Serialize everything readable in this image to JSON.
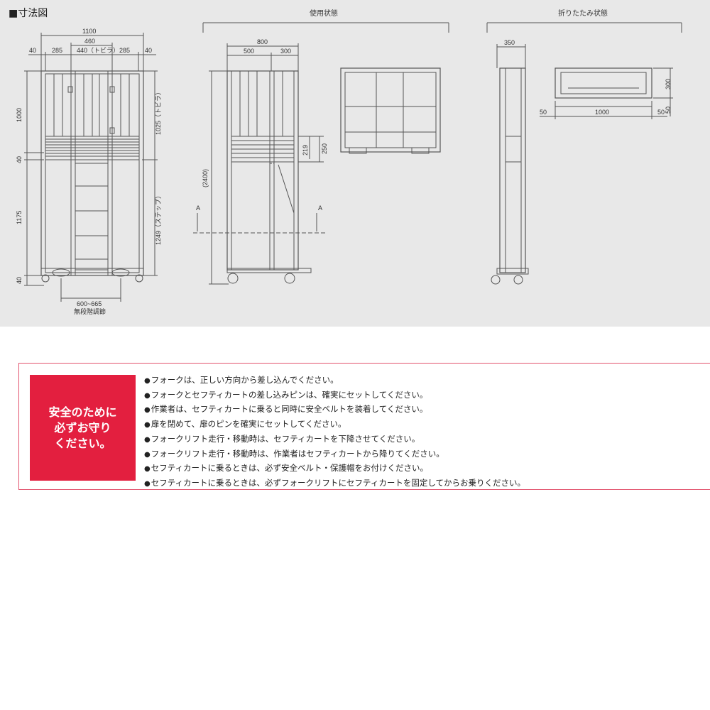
{
  "section_title": "■寸法図",
  "views": {
    "in_use": "使用状態",
    "folded": "折りたたみ状態"
  },
  "front_view": {
    "width_total": "1100",
    "width_segments": [
      "40",
      "285",
      "440（トビラ）",
      "285",
      "40"
    ],
    "door_width": "460",
    "heights_left": [
      "1000",
      "40",
      "1175",
      "40"
    ],
    "heights_right": [
      "1025（トビラ）",
      "1249（ステップ）"
    ],
    "stair_range": "600~665",
    "stair_label": "無段階調節"
  },
  "side_view": {
    "width_total": "800",
    "width_segments": [
      "500",
      "300"
    ],
    "height_total": "(2400)",
    "right_dims": [
      "219",
      "250"
    ],
    "section_marker": "A"
  },
  "folded_side": {
    "width": "350"
  },
  "folded_top": {
    "length": "1000",
    "left_margin": "50",
    "right_margin": "50",
    "height_dims": [
      "300",
      "50"
    ]
  },
  "safety": {
    "badge": "安全のために\n必ずお守り\nください。",
    "items": [
      "フォークは、正しい方向から差し込んでください。",
      "フォークとセフティカートの差し込みピンは、確実にセットしてください。",
      "作業者は、セフティカートに乗ると同時に安全ベルトを装着してください。",
      "扉を閉めて、扉のピンを確実にセットしてください。",
      "フォークリフト走行・移動時は、セフティカートを下降させてください。",
      "フォークリフト走行・移動時は、作業者はセフティカートから降りてください。",
      "セフティカートに乗るときは、必ず安全ベルト・保護帽をお付けください。",
      "セフティカートに乗るときは、必ずフォークリフトにセフティカートを固定してからお乗りください。"
    ]
  },
  "colors": {
    "panel_bg": "#e8e8e8",
    "accent_red": "#e31f3f",
    "border_pink": "#e2536e"
  }
}
